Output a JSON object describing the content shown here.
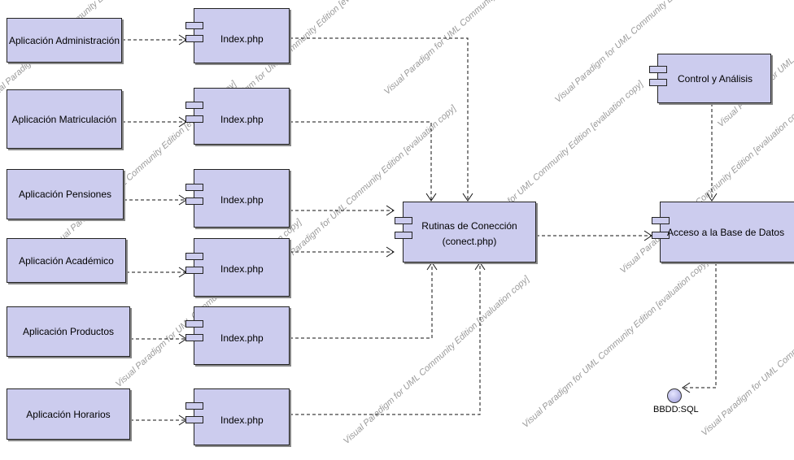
{
  "apps": [
    "Aplicación Administración",
    "Aplicación  Matriculación",
    "Aplicación Pensiones",
    "Aplicación Académico",
    "Aplicación Productos",
    "Aplicación Horarios"
  ],
  "index_components": [
    "Index.php",
    "Index.php",
    "Index.php",
    "Index.php",
    "Index.php",
    "Index.php"
  ],
  "rutinas": {
    "line1": "Rutinas de Conección",
    "line2": "(conect.php)"
  },
  "control": "Control y Análisis",
  "acceso": "Acceso a la Base de Datos",
  "interface_label": "BBDD:SQL",
  "watermark": "Visual Paradigm for UML Community Edition [evaluation copy]",
  "colors": {
    "component_fill": "#ccccee",
    "border": "#222222",
    "watermark": "#9a9a9a"
  }
}
